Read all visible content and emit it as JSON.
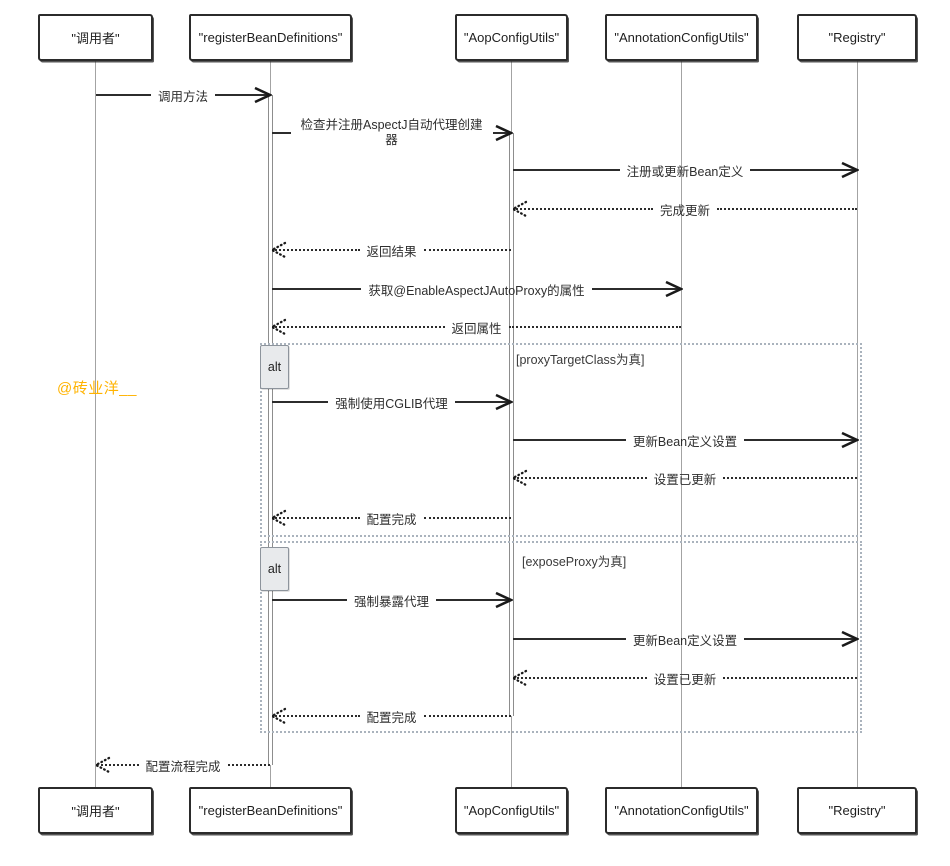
{
  "diagram": {
    "watermark": {
      "text": "@砖业洋__",
      "color": "#ffb300"
    },
    "participants": [
      {
        "id": "caller",
        "name": "\"调用者\""
      },
      {
        "id": "registerBeanDefinitions",
        "name": "\"registerBeanDefinitions\""
      },
      {
        "id": "aopConfigUtils",
        "name": "\"AopConfigUtils\""
      },
      {
        "id": "annotationConfigUtils",
        "name": "\"AnnotationConfigUtils\""
      },
      {
        "id": "registry",
        "name": "\"Registry\""
      }
    ],
    "messages": [
      {
        "from": "调用者",
        "to": "registerBeanDefinitions",
        "label": "调用方法",
        "style": "solid"
      },
      {
        "from": "registerBeanDefinitions",
        "to": "AopConfigUtils",
        "label": "检查并注册AspectJ自动代理创建器",
        "style": "solid"
      },
      {
        "from": "AopConfigUtils",
        "to": "Registry",
        "label": "注册或更新Bean定义",
        "style": "solid"
      },
      {
        "from": "Registry",
        "to": "AopConfigUtils",
        "label": "完成更新",
        "style": "dotted-return"
      },
      {
        "from": "AopConfigUtils",
        "to": "registerBeanDefinitions",
        "label": "返回结果",
        "style": "dotted-return"
      },
      {
        "from": "registerBeanDefinitions",
        "to": "AnnotationConfigUtils",
        "label": "获取@EnableAspectJAutoProxy的属性",
        "style": "solid"
      },
      {
        "from": "AnnotationConfigUtils",
        "to": "registerBeanDefinitions",
        "label": "返回属性",
        "style": "dotted-return"
      },
      {
        "from": "registerBeanDefinitions",
        "to": "AopConfigUtils",
        "label": "强制使用CGLIB代理",
        "style": "solid"
      },
      {
        "from": "AopConfigUtils",
        "to": "Registry",
        "label": "更新Bean定义设置",
        "style": "solid"
      },
      {
        "from": "Registry",
        "to": "AopConfigUtils",
        "label": "设置已更新",
        "style": "dotted-return"
      },
      {
        "from": "AopConfigUtils",
        "to": "registerBeanDefinitions",
        "label": "配置完成",
        "style": "dotted-return"
      },
      {
        "from": "registerBeanDefinitions",
        "to": "AopConfigUtils",
        "label": "强制暴露代理",
        "style": "solid"
      },
      {
        "from": "AopConfigUtils",
        "to": "Registry",
        "label": "更新Bean定义设置",
        "style": "solid"
      },
      {
        "from": "Registry",
        "to": "AopConfigUtils",
        "label": "设置已更新",
        "style": "dotted-return"
      },
      {
        "from": "AopConfigUtils",
        "to": "registerBeanDefinitions",
        "label": "配置完成",
        "style": "dotted-return"
      },
      {
        "from": "registerBeanDefinitions",
        "to": "调用者",
        "label": "配置流程完成",
        "style": "dotted-return"
      }
    ],
    "alt_blocks": [
      {
        "operator": "alt",
        "condition": "[proxyTargetClass为真]",
        "message_indices": [
          7,
          8,
          9,
          10
        ]
      },
      {
        "operator": "alt",
        "condition": "[exposeProxy为真]",
        "message_indices": [
          11,
          12,
          13,
          14
        ]
      }
    ]
  }
}
